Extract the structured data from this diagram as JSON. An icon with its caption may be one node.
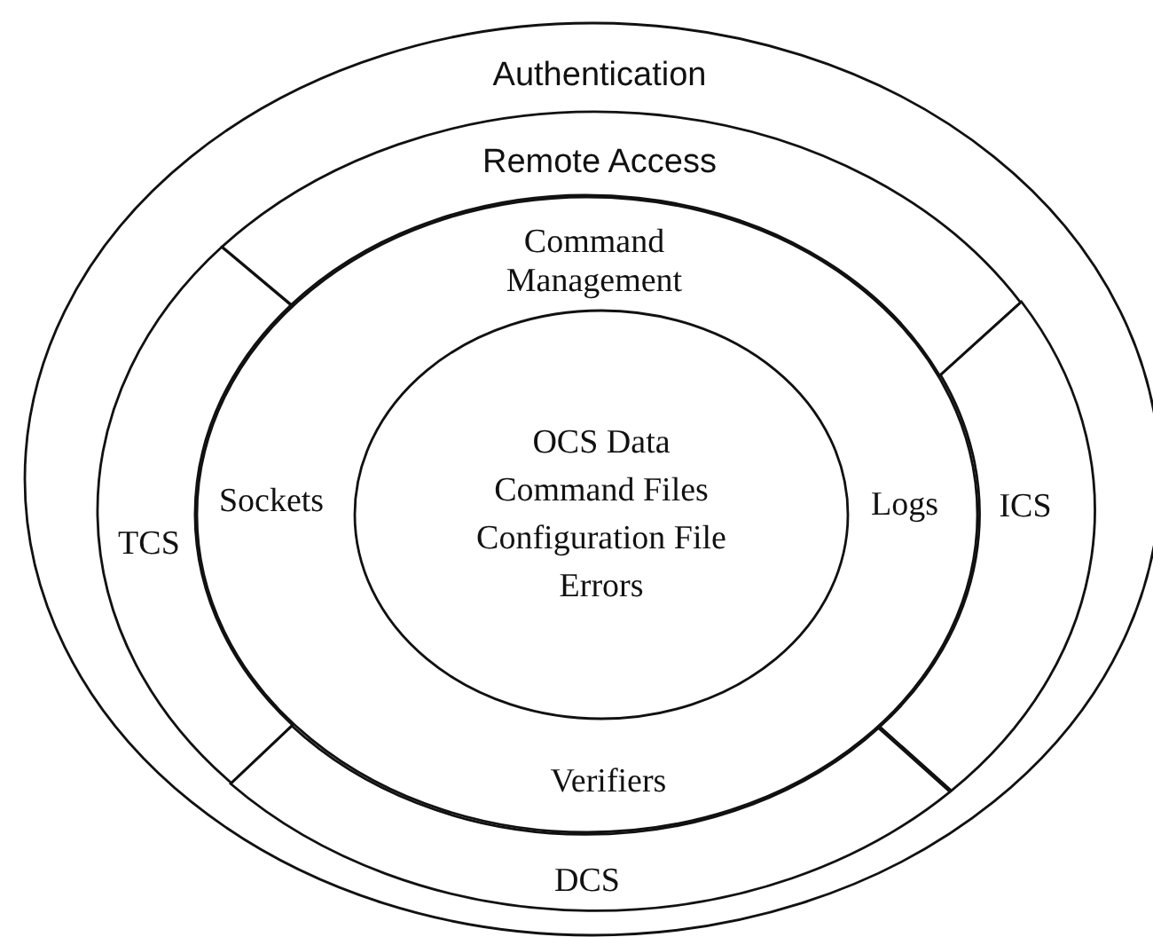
{
  "diagram": {
    "nodes": [
      {
        "text": [
          "Authentication"
        ]
      },
      {
        "text": [
          "Remote Access"
        ],
        "in": 0
      },
      {
        "text": [
          "TCS"
        ],
        "in": 0
      },
      {
        "text": [
          "ICS"
        ],
        "in": 0
      },
      {
        "text": [
          "DCS"
        ],
        "in": 0
      },
      {
        "text": [
          "Command Management",
          "Sockets",
          "Logs",
          "Verifiers"
        ],
        "in": 0
      },
      {
        "text": [
          "OCS Data",
          "Command Files",
          "Configuration File",
          "Errors"
        ],
        "in": 5
      }
    ]
  }
}
